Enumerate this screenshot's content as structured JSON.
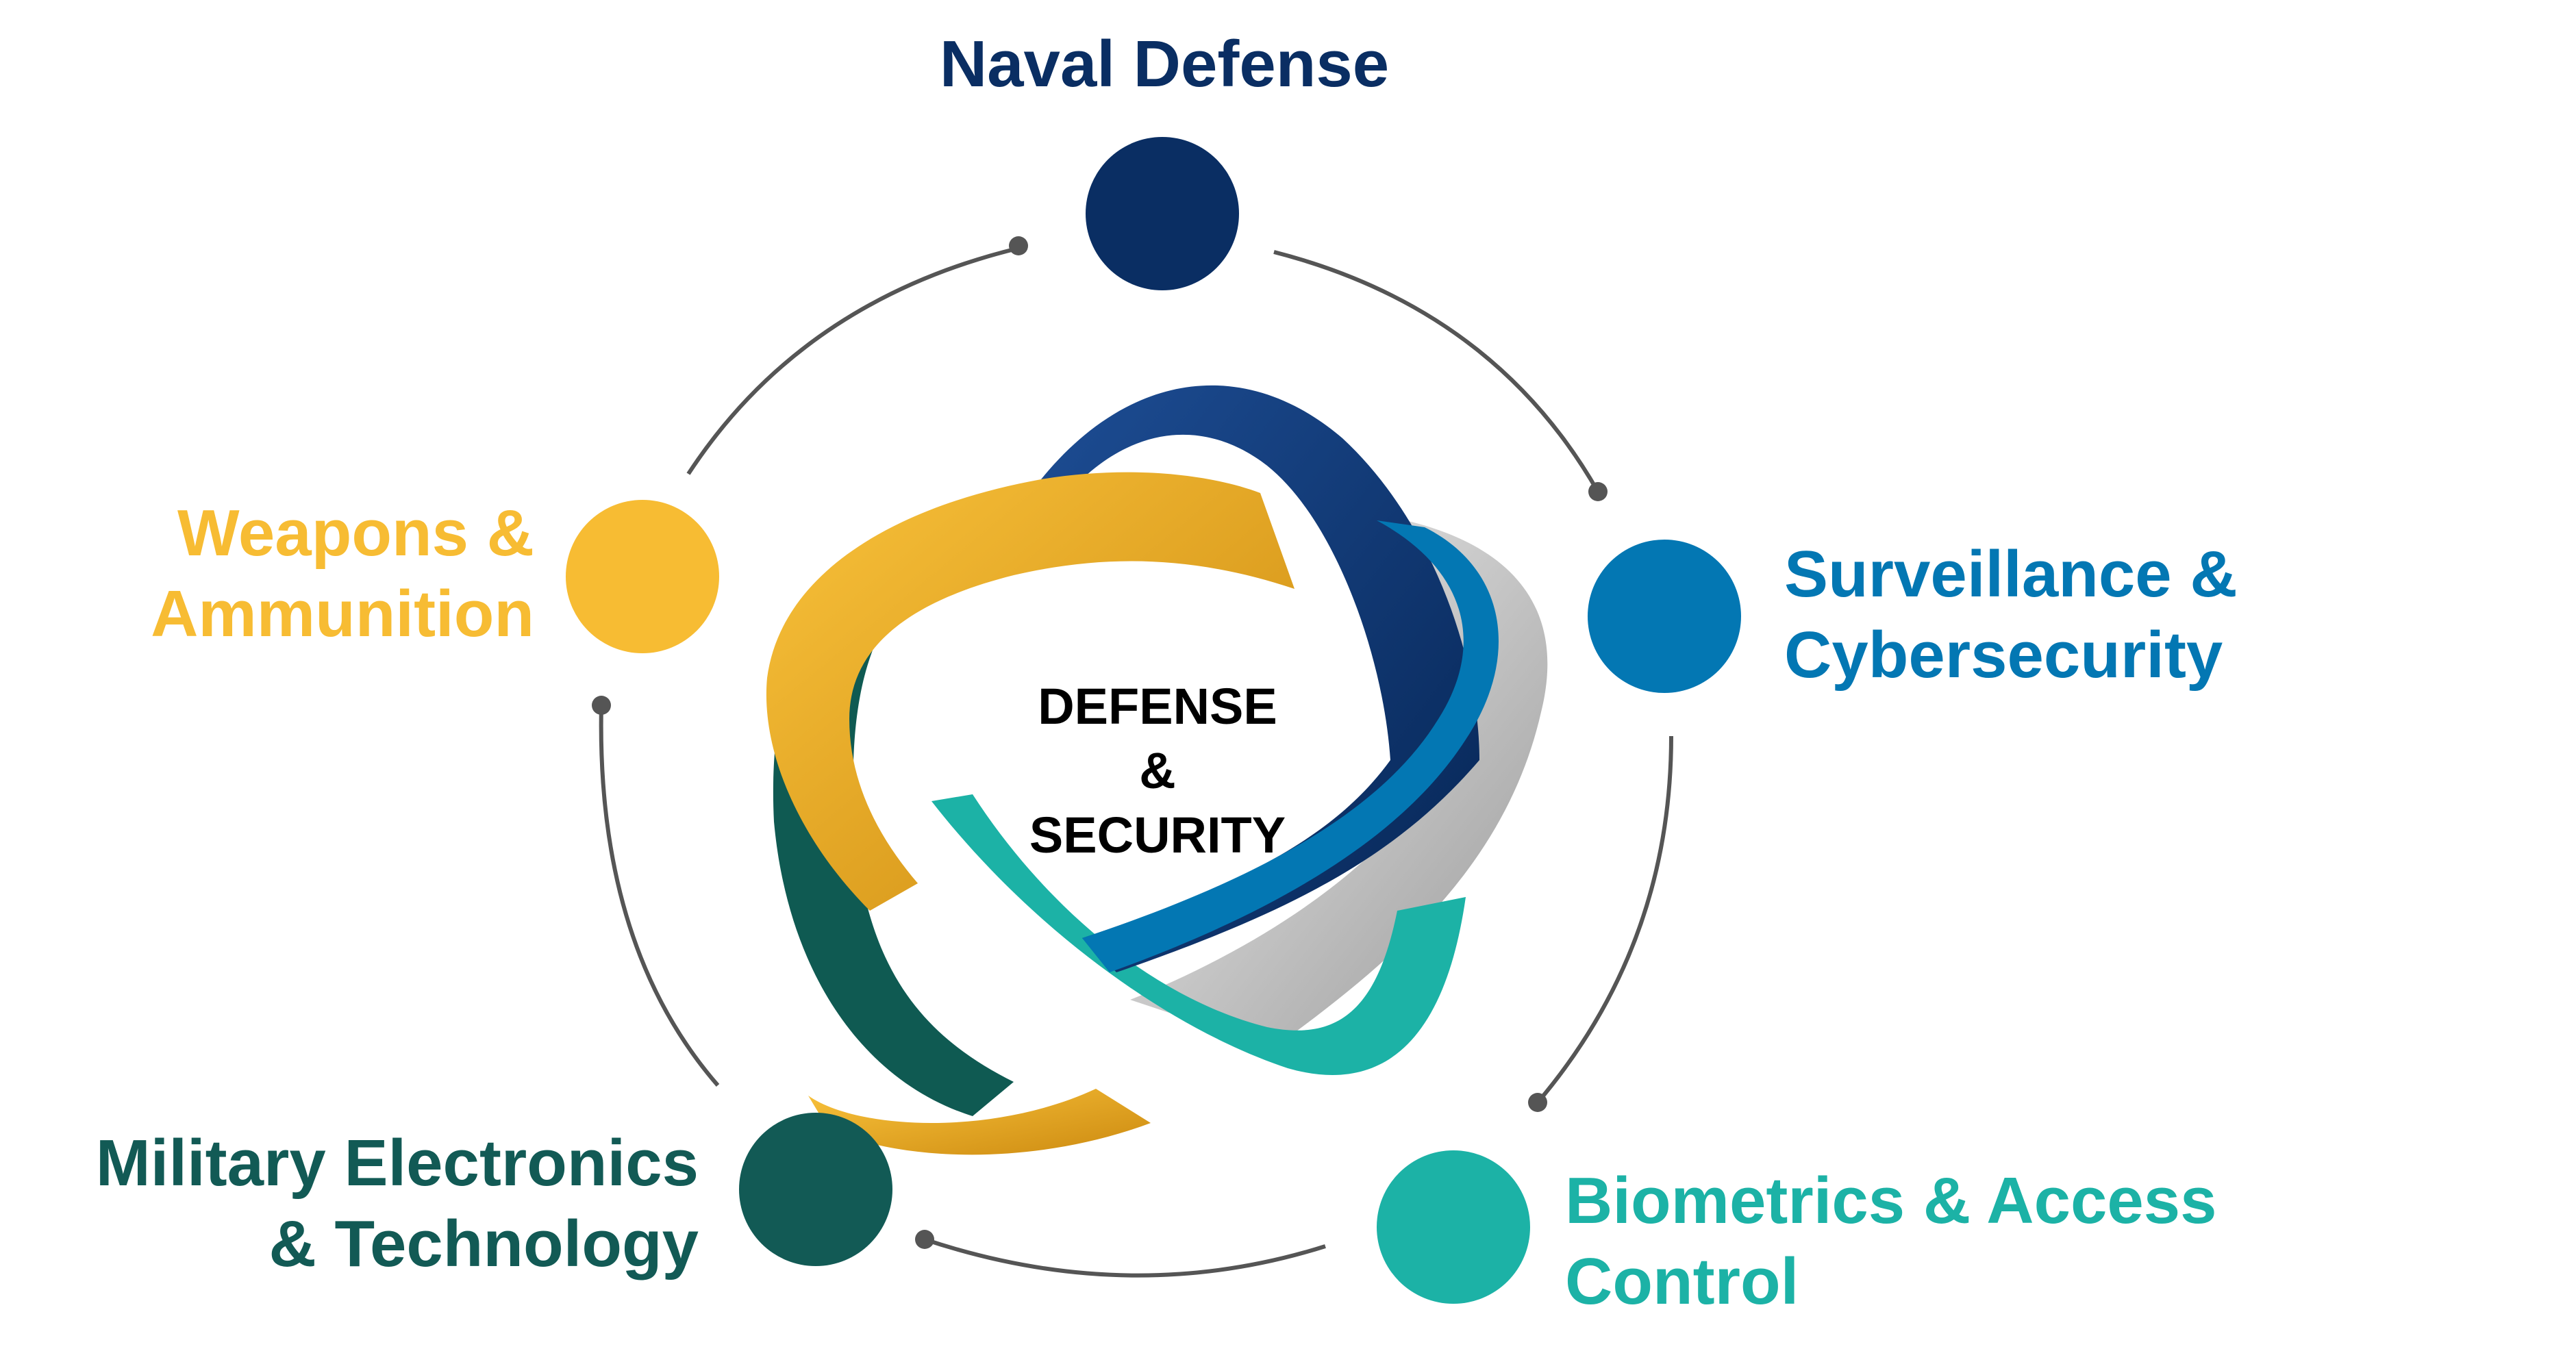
{
  "center": {
    "line1": "DEFENSE",
    "line2": "&",
    "line3": "SECURITY"
  },
  "nodes": [
    {
      "key": "naval",
      "line1": "Naval Defense",
      "line2": "",
      "color": "#0a2e63"
    },
    {
      "key": "surveillance",
      "line1": "Surveillance &",
      "line2": "Cybersecurity",
      "color": "#0377b3"
    },
    {
      "key": "biometrics",
      "line1": "Biometrics & Access",
      "line2": "Control",
      "color": "#1cb2a6"
    },
    {
      "key": "military",
      "line1": "Military Electronics",
      "line2": "& Technology",
      "color": "#125a55"
    },
    {
      "key": "weapons",
      "line1": "Weapons &",
      "line2": "Ammunition",
      "color": "#f7bc33"
    }
  ]
}
